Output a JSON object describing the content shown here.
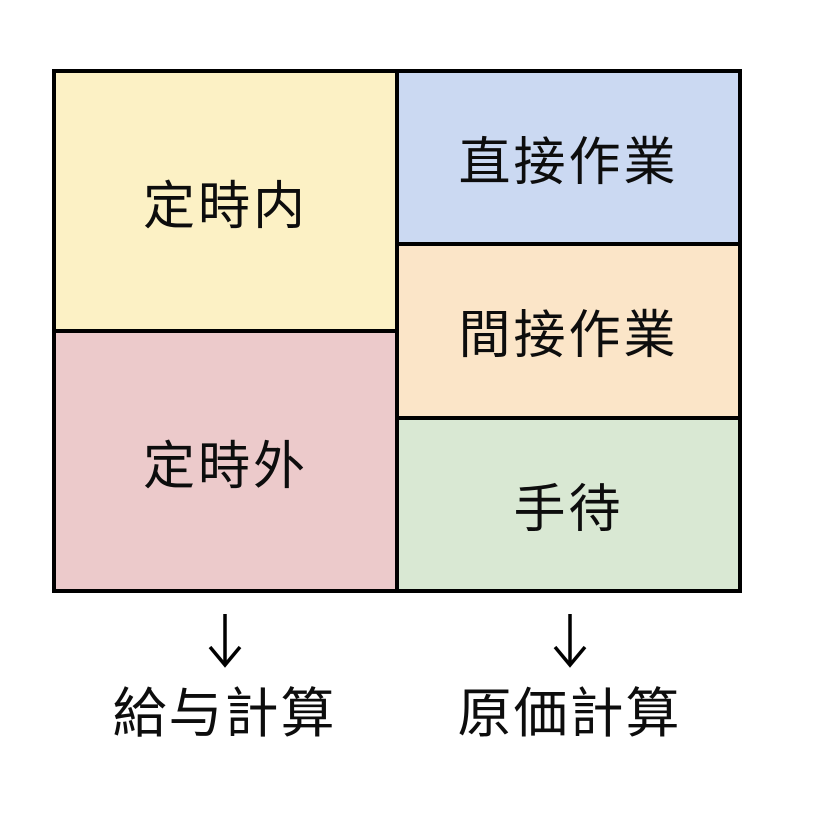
{
  "background": "#FFFFFF",
  "border_color": "#000000",
  "text_color": "#0D0D0D",
  "icons": {
    "down_arrow": "↓"
  },
  "diagram": {
    "columns": [
      {
        "name": "left-column",
        "cells": [
          {
            "label": "定時内",
            "color": "#FCF1C5"
          },
          {
            "label": "定時外",
            "color": "#ECCACB"
          }
        ]
      },
      {
        "name": "right-column",
        "cells": [
          {
            "label": "直接作業",
            "color": "#CBD9F2"
          },
          {
            "label": "間接作業",
            "color": "#FBE5C8"
          },
          {
            "label": "手待",
            "color": "#D9E8D3"
          }
        ]
      }
    ],
    "flows": [
      {
        "icon": "down-arrow",
        "glyph": "↓",
        "label": "給与計算"
      },
      {
        "icon": "down-arrow",
        "glyph": "↓",
        "label": "原価計算"
      }
    ]
  }
}
